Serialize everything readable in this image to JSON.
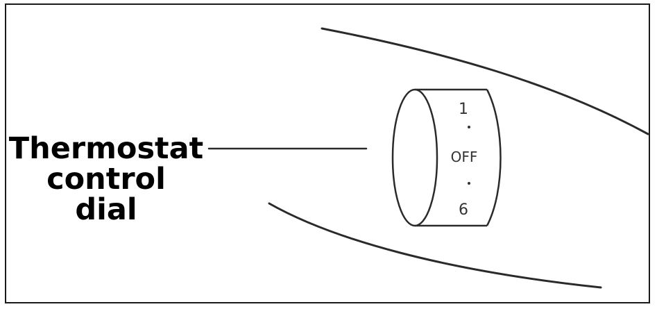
{
  "label": {
    "line1": "Thermostat",
    "line2": "control",
    "line3": "dial"
  },
  "dial": {
    "top_marking": "1",
    "middle_marking": "OFF",
    "bottom_marking": "6"
  },
  "colors": {
    "stroke": "#2a2a2a",
    "background": "#ffffff"
  }
}
